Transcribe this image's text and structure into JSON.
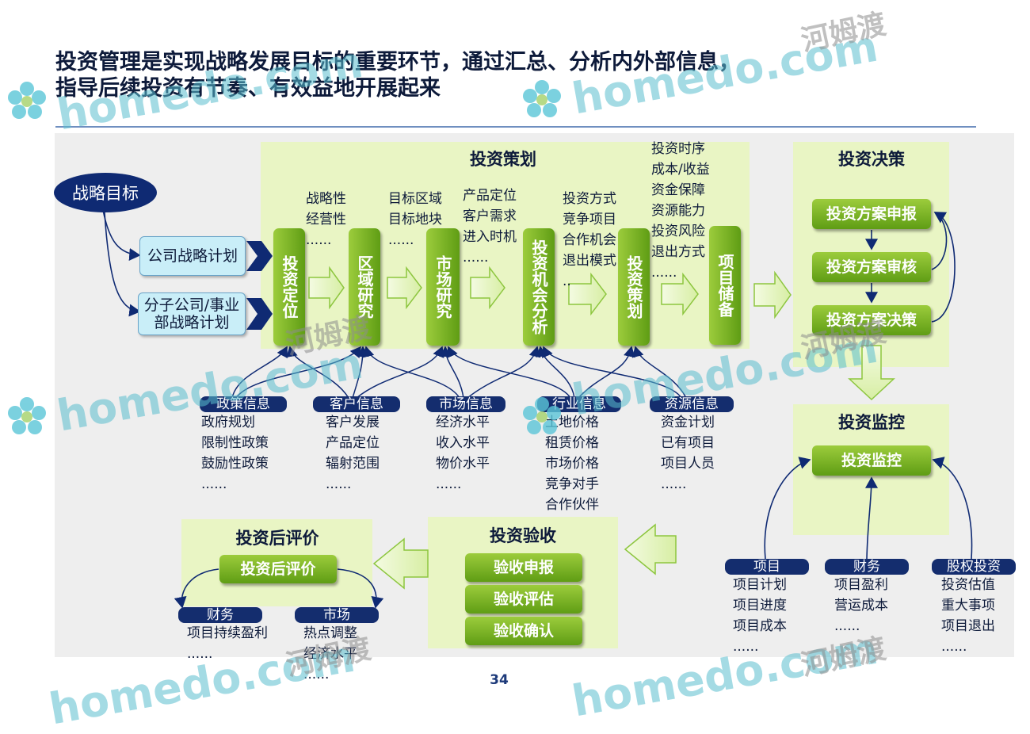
{
  "title": {
    "line1": "投资管理是实现战略发展目标的重要环节，通过汇总、分析内外部信息，",
    "line2": "指导后续投资有节奏、有效益地开展起来"
  },
  "colors": {
    "accent_green": "#7ab52a",
    "navy": "#0f2a73",
    "panel_bg": "#e9f5c4",
    "light_blue_box": "#c9eef8"
  },
  "strategy": {
    "goal": "战略目标",
    "company_plan": "公司战略计划",
    "sub_plan_line1": "分子公司/事业",
    "sub_plan_line2": "部战略计划"
  },
  "planning": {
    "title": "投资策划",
    "steps": [
      "投资定位",
      "区域研究",
      "市场研究",
      "投资机会分析",
      "投资策划",
      "项目储备"
    ],
    "notes": {
      "positioning": [
        "战略性",
        "经营性",
        "......"
      ],
      "region": [
        "目标区域",
        "目标地块",
        "......"
      ],
      "market": [
        "产品定位",
        "客户需求",
        "进入时机",
        "......"
      ],
      "opportunity": [
        "投资方式",
        "竞争项目",
        "合作机会",
        "退出模式",
        ".."
      ],
      "plan": [
        "投资时序",
        "成本/收益",
        "资金保障",
        "资源能力",
        "投资风险",
        "退出方式",
        "......"
      ]
    }
  },
  "info_sources": [
    {
      "name": "政策信息",
      "items": [
        "政府规划",
        "限制性政策",
        "鼓励性政策",
        "......"
      ]
    },
    {
      "name": "客户信息",
      "items": [
        "客户发展",
        "产品定位",
        "辐射范围",
        "......"
      ]
    },
    {
      "name": "市场信息",
      "items": [
        "经济水平",
        "收入水平",
        "物价水平",
        "......"
      ]
    },
    {
      "name": "行业信息",
      "items": [
        "土地价格",
        "租赁价格",
        "市场价格",
        "竞争对手",
        "合作伙伴"
      ]
    },
    {
      "name": "资源信息",
      "items": [
        "资金计划",
        "已有项目",
        "项目人员",
        "......"
      ]
    }
  ],
  "decision": {
    "title": "投资决策",
    "steps": [
      "投资方案申报",
      "投资方案审核",
      "投资方案决策"
    ]
  },
  "monitor": {
    "title": "投资监控",
    "button": "投资监控",
    "sources": [
      {
        "name": "项目",
        "items": [
          "项目计划",
          "项目进度",
          "项目成本",
          "......"
        ]
      },
      {
        "name": "财务",
        "items": [
          "项目盈利",
          "营运成本",
          "......"
        ]
      },
      {
        "name": "股权投资",
        "items": [
          "投资估值",
          "重大事项",
          "项目退出",
          "......"
        ]
      }
    ]
  },
  "acceptance": {
    "title": "投资验收",
    "steps": [
      "验收申报",
      "验收评估",
      "验收确认"
    ]
  },
  "post_eval": {
    "title": "投资后评价",
    "button": "投资后评价",
    "sources": [
      {
        "name": "财务",
        "items": [
          "项目持续盈利",
          "......"
        ]
      },
      {
        "name": "市场",
        "items": [
          "热点调整",
          "经济水平",
          "......"
        ]
      }
    ]
  },
  "page_number": "34",
  "watermark": {
    "latin": "homedo.com",
    "chinese": "河姆渡"
  }
}
